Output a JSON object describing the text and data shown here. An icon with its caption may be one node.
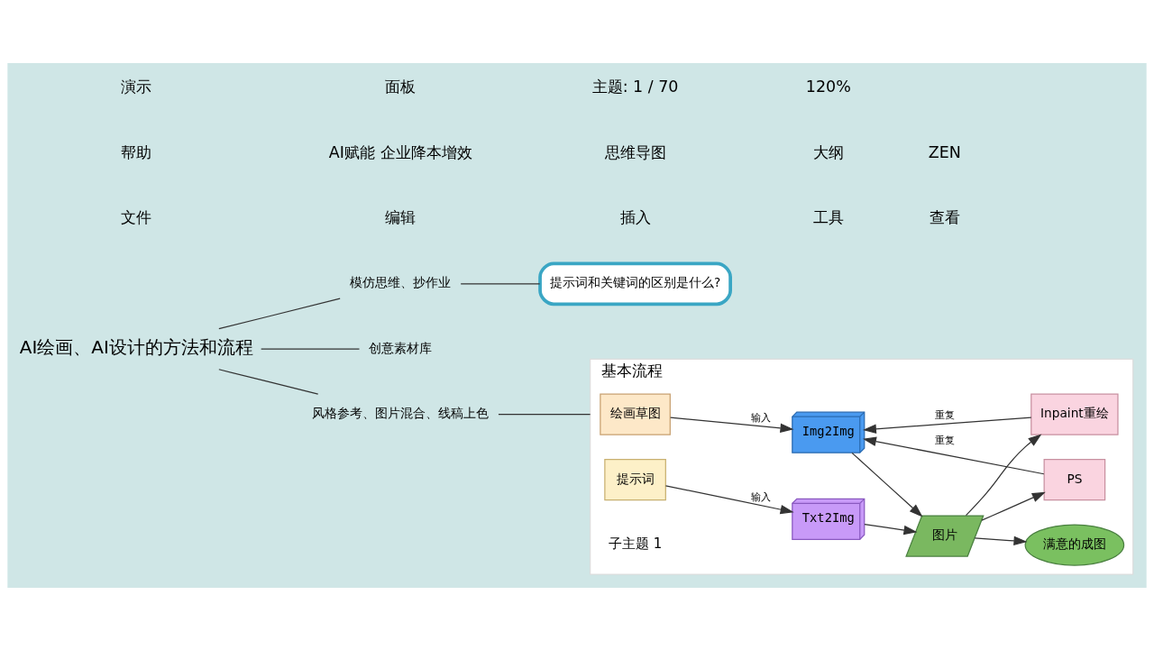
{
  "diagram": {
    "nodes": [
      {
        "text": [
          "AI绘画、AI设计的方法和流程"
        ]
      },
      {
        "text": [
          "模仿思维、抄作业"
        ]
      },
      {
        "text": [
          "提示词和关键词的区别是什么?"
        ]
      },
      {
        "text": [
          "创意素材库"
        ]
      },
      {
        "text": [
          "风格参考、图片混合、线稿上色"
        ]
      },
      {
        "text": [
          "基本流程"
        ],
        "beside": [
          "子主题 1"
        ]
      },
      {
        "text": [
          "绘画草图"
        ],
        "in": 5
      },
      {
        "text": [
          "提示词"
        ],
        "in": 5
      },
      {
        "text": [
          "Img2Img"
        ],
        "in": 5
      },
      {
        "text": [
          "Txt2Img"
        ],
        "in": 5
      },
      {
        "text": [
          "图片"
        ],
        "in": 5
      },
      {
        "text": [
          "满意的成图"
        ],
        "in": 5
      },
      {
        "text": [
          "PS"
        ],
        "in": 5
      },
      {
        "text": [
          "Inpaint重绘"
        ],
        "in": 5
      }
    ],
    "edges": [
      {
        "from": 0,
        "to": 1,
        "arrow": "none"
      },
      {
        "from": 1,
        "to": 2,
        "arrow": "none"
      },
      {
        "from": 0,
        "to": 3,
        "arrow": "none"
      },
      {
        "from": 0,
        "to": 4,
        "arrow": "none"
      },
      {
        "from": 4,
        "to": 5,
        "arrow": "none"
      },
      {
        "from": 6,
        "to": 8,
        "arrow": "to",
        "label": "输入"
      },
      {
        "from": 7,
        "to": 9,
        "arrow": "to",
        "label": "输入"
      },
      {
        "from": 8,
        "to": 10,
        "arrow": "to"
      },
      {
        "from": 9,
        "to": 10,
        "arrow": "to"
      },
      {
        "from": 10,
        "to": 11,
        "arrow": "to"
      },
      {
        "from": 10,
        "to": 12,
        "arrow": "to"
      },
      {
        "from": 10,
        "to": 13,
        "arrow": "to"
      },
      {
        "from": 12,
        "to": 8,
        "arrow": "to",
        "label": "重复"
      },
      {
        "from": 13,
        "to": 8,
        "arrow": "to",
        "label": "重复"
      }
    ],
    "labels": [
      "文件",
      "编辑",
      "插入",
      "工具",
      "查看",
      "帮助",
      "AI赋能 企业降本增效",
      "思维导图",
      "大纲",
      "ZEN",
      "演示",
      "面板",
      "主题: 1 / 70",
      "120%"
    ]
  }
}
